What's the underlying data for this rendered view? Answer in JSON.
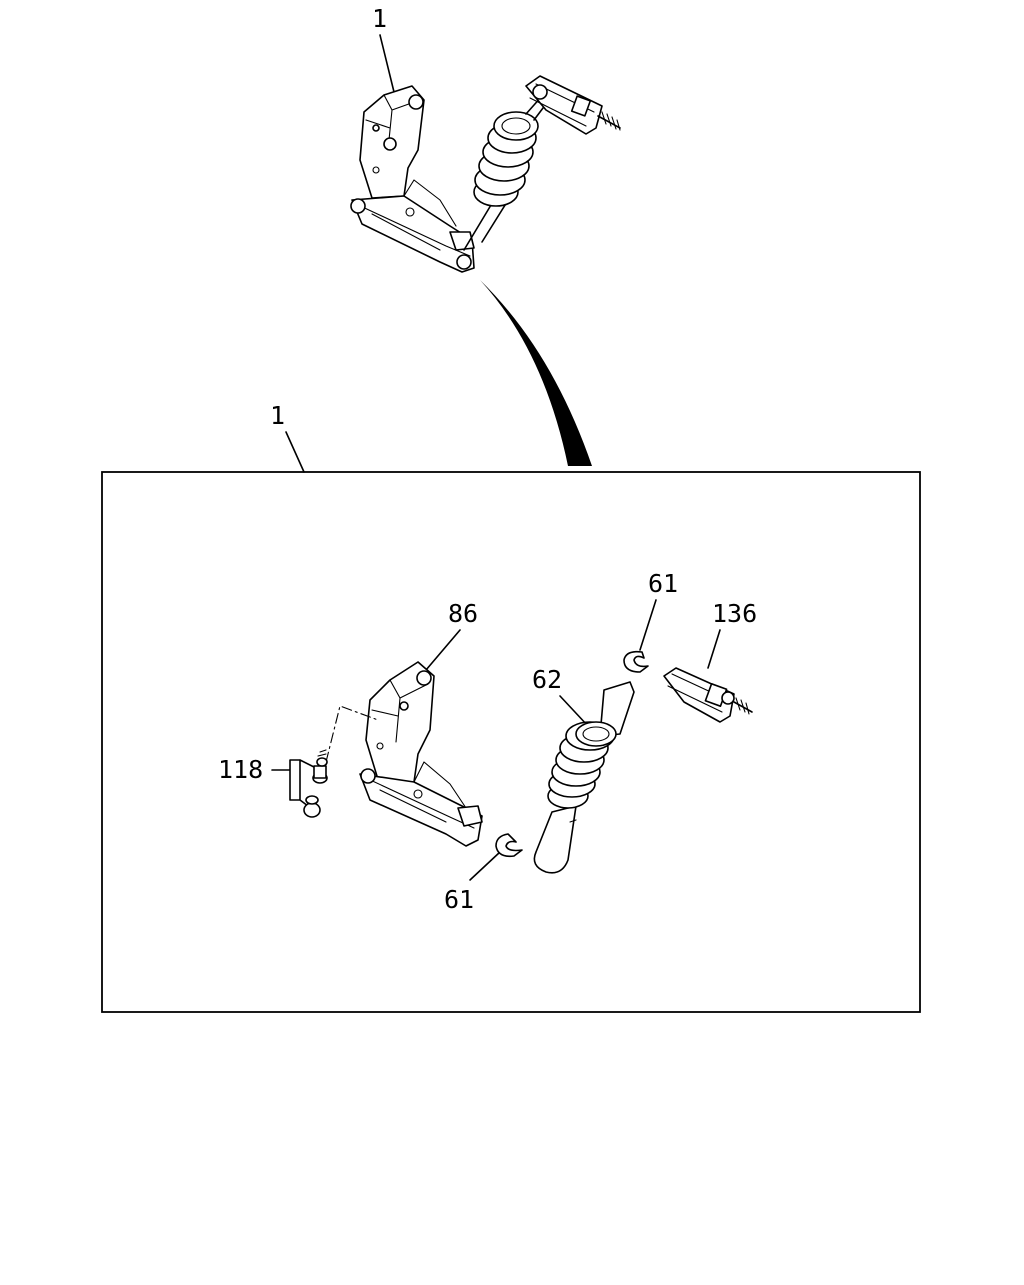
{
  "diagram": {
    "overview_label": "1",
    "frame_label": "1",
    "callouts": {
      "bracket": "86",
      "spring": "62",
      "clip_upper": "61",
      "clip_lower": "61",
      "switch": "136",
      "pivot_pin": "118"
    }
  }
}
